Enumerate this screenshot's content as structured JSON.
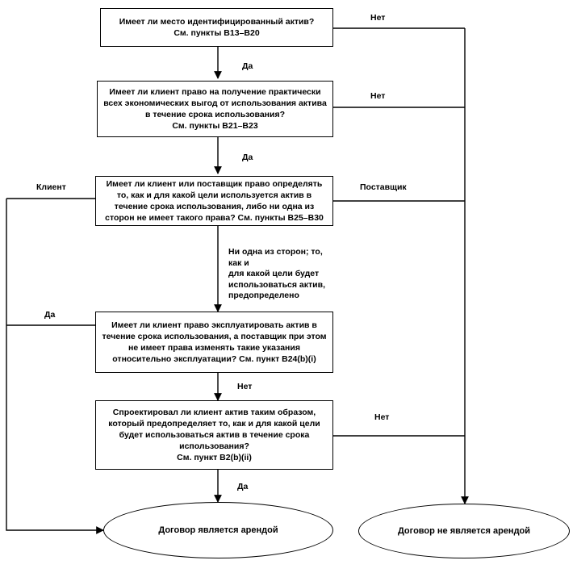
{
  "diagram": {
    "title": "Блок-схема определения наличия договора аренды",
    "stroke_color": "#000000",
    "background_color": "#ffffff",
    "nodes": [
      {
        "id": "q1",
        "shape": "rect",
        "text": "Имеет ли место идентифицированный актив?\nСм. пункты B13–B20"
      },
      {
        "id": "q2",
        "shape": "rect",
        "text": "Имеет ли клиент право на получение практически\nвсех экономических выгод от использования актива\nв течение срока использования?\nСм. пункты B21–B23"
      },
      {
        "id": "q3",
        "shape": "rect",
        "text": "Имеет ли клиент или поставщик право определять\nто, как и для какой цели используется актив в\nтечение срока использования, либо ни одна из\nсторон не имеет такого права? См. пункты B25–B30"
      },
      {
        "id": "q4",
        "shape": "rect",
        "text": "Имеет ли клиент право эксплуатировать актив в\nтечение срока использования, а поставщик при этом\nне имеет права изменять такие указания\nотносительно эксплуатации? См. пункт B24(b)(i)"
      },
      {
        "id": "q5",
        "shape": "rect",
        "text": "Спроектировал ли клиент актив таким образом,\nкоторый предопределяет то, как и для какой цели\nбудет использоваться актив в течение срока\nиспользования?\nСм. пункт B2(b)(ii)"
      },
      {
        "id": "t1",
        "shape": "ellipse",
        "text": "Договор является арендой"
      },
      {
        "id": "t2",
        "shape": "ellipse",
        "text": "Договор не является арендой"
      }
    ],
    "edge_labels": {
      "q1_no": "Нет",
      "q1_yes": "Да",
      "q2_no": "Нет",
      "q2_yes": "Да",
      "q3_client": "Клиент",
      "q3_supplier": "Поставщик",
      "q3_neither": "Ни одна из сторон; то, как и\nдля какой цели будет\nиспользоваться актив,\nпредопределено",
      "q4_yes": "Да",
      "q4_no": "Нет",
      "q5_yes": "Да",
      "q5_no": "Нет"
    }
  }
}
